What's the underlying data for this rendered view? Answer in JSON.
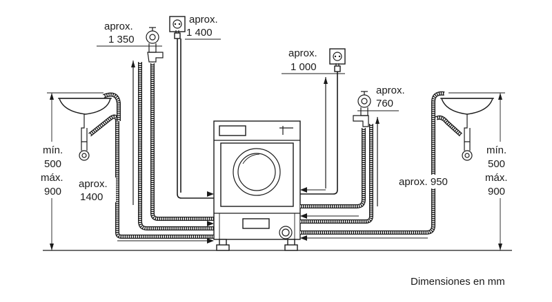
{
  "labels": {
    "tap_left_height_l1": "aprox.",
    "tap_left_height_l2": "1 350",
    "socket_left_height_l1": "aprox.",
    "socket_left_height_l2": "1 400",
    "socket_right_height_l1": "aprox.",
    "socket_right_height_l2": "1 000",
    "tap_right_height_l1": "aprox.",
    "tap_right_height_l2": "760",
    "left_sink_height": [
      "mín.",
      "500",
      "máx.",
      "900"
    ],
    "right_sink_height": [
      "mín.",
      "500",
      "máx.",
      "900"
    ],
    "left_hose_length_l1": "aprox.",
    "left_hose_length_l2": "1400",
    "right_hose_length": "aprox. 950",
    "units_caption": "Dimensiones en mm"
  },
  "colors": {
    "line": "#1a1a1a",
    "background": "#ffffff"
  }
}
